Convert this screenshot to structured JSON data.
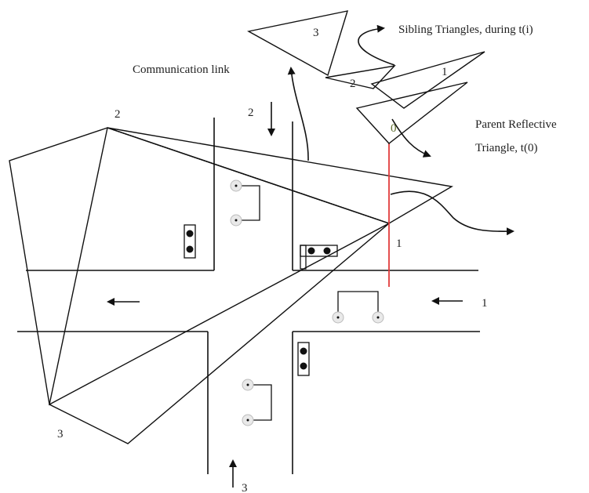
{
  "labels": {
    "sibling": "Sibling Triangles, during t(i)",
    "comm_link": "Communication link",
    "parent_line1": "Parent Reflective",
    "parent_line2": "Triangle, t(0)",
    "vertex_2": "2",
    "vertex_3": "3",
    "vertex_1": "1",
    "tri_top_3": "3",
    "tri_small_2": "2",
    "tri_right_1": "1",
    "tri_parent_0": "0",
    "lane_top_2": "2",
    "lane_right_1": "1",
    "lane_bottom_3": "3"
  },
  "colors": {
    "stroke": "#111111",
    "red_link": "#e23b3b",
    "signal_light": "#111111",
    "sensor_fill": "#e9e9e9"
  }
}
